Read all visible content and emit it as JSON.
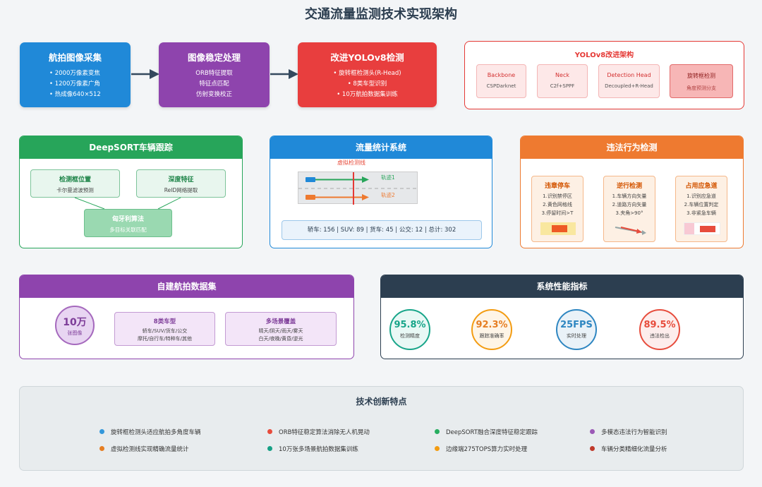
{
  "title": "交通流量监测技术实现架构",
  "pipeline": [
    {
      "title": "航拍图像采集",
      "color": "#2089d8",
      "items": [
        "• 2000万像素变焦",
        "• 1200万像素广角",
        "• 热成像640×512"
      ]
    },
    {
      "title": "图像稳定处理",
      "color": "#8e44ad",
      "items": [
        "ORB特征提取",
        "特征点匹配",
        "仿射变换校正"
      ]
    },
    {
      "title": "改进YOLOv8检测",
      "color": "#e83e3e",
      "items": [
        "• 旋转框检测头(R-Head)",
        "• 8类车型识别",
        "• 10万航拍数据集训练"
      ]
    }
  ],
  "yolo": {
    "title": "YOLOv8改进架构",
    "components": [
      {
        "name": "Backbone",
        "desc": "CSPDarknet"
      },
      {
        "name": "Neck",
        "desc": "C2f+SPPF"
      },
      {
        "name": "Detection Head",
        "desc": "Decoupled+R-Head"
      },
      {
        "name": "旋转框检测",
        "desc": "角度预测分支"
      }
    ]
  },
  "deepsort": {
    "title": "DeepSORT车辆跟踪",
    "color": "#27a55a",
    "box1": {
      "title": "检测框位置",
      "desc": "卡尔曼滤波预测"
    },
    "box2": {
      "title": "深度特征",
      "desc": "ReID网络提取"
    },
    "box3": {
      "title": "匈牙利算法",
      "desc": "多目标关联匹配"
    }
  },
  "flow": {
    "title": "流量统计系统",
    "color": "#2089d8",
    "line_label": "虚拟检测线",
    "track1": "轨迹1",
    "track2": "轨迹2",
    "stats": "轿车: 156 | SUV: 89 | 货车: 45 | 公交: 12 | 总计: 302"
  },
  "violation": {
    "title": "违法行为检测",
    "color": "#ee7a30",
    "items": [
      {
        "title": "违章停车",
        "lines": [
          "1.识别禁停区",
          "2.黄色网格线",
          "3.停留时间>T"
        ]
      },
      {
        "title": "逆行检测",
        "lines": [
          "1.车辆方向矢量",
          "2.道路方向矢量",
          "3.夹角>90°"
        ]
      },
      {
        "title": "占用应急道",
        "lines": [
          "1.识别应急道",
          "2.车辆位置判定",
          "3.非紧急车辆"
        ]
      }
    ]
  },
  "dataset": {
    "title": "自建航拍数据集",
    "color": "#8e44ad",
    "circle_value": "10万",
    "circle_label": "张图像",
    "card1": {
      "title": "8类车型",
      "lines": [
        "轿车/SUV/货车/公交",
        "摩托/自行车/特种车/其他"
      ]
    },
    "card2": {
      "title": "多场景覆盖",
      "lines": [
        "晴天/阴天/雨天/雾天",
        "白天/夜晚/黄昏/逆光"
      ]
    }
  },
  "metrics": {
    "title": "系统性能指标",
    "color": "#2c3e50",
    "items": [
      {
        "value": "95.8%",
        "label": "检测精度",
        "color": "#17a589"
      },
      {
        "value": "92.3%",
        "label": "跟踪准确率",
        "color": "#f39c12"
      },
      {
        "value": "25FPS",
        "label": "实时处理",
        "color": "#2e86c1"
      },
      {
        "value": "89.5%",
        "label": "违法检出",
        "color": "#e74c3c"
      }
    ]
  },
  "features": {
    "title": "技术创新特点",
    "items": [
      {
        "text": "旋转框检测头适应航拍多角度车辆",
        "color": "#3498db"
      },
      {
        "text": "ORB特征稳定算法消除无人机晃动",
        "color": "#e74c3c"
      },
      {
        "text": "DeepSORT融合深度特征稳定跟踪",
        "color": "#27ae60"
      },
      {
        "text": "多模态违法行为智能识别",
        "color": "#9b59b6"
      },
      {
        "text": "虚拟检测线实现精确流量统计",
        "color": "#e67e22"
      },
      {
        "text": "10万张多场景航拍数据集训练",
        "color": "#16a085"
      },
      {
        "text": "边缘端275TOPS算力实时处理",
        "color": "#f39c12"
      },
      {
        "text": "车辆分类精细化流量分析",
        "color": "#c0392b"
      }
    ]
  }
}
